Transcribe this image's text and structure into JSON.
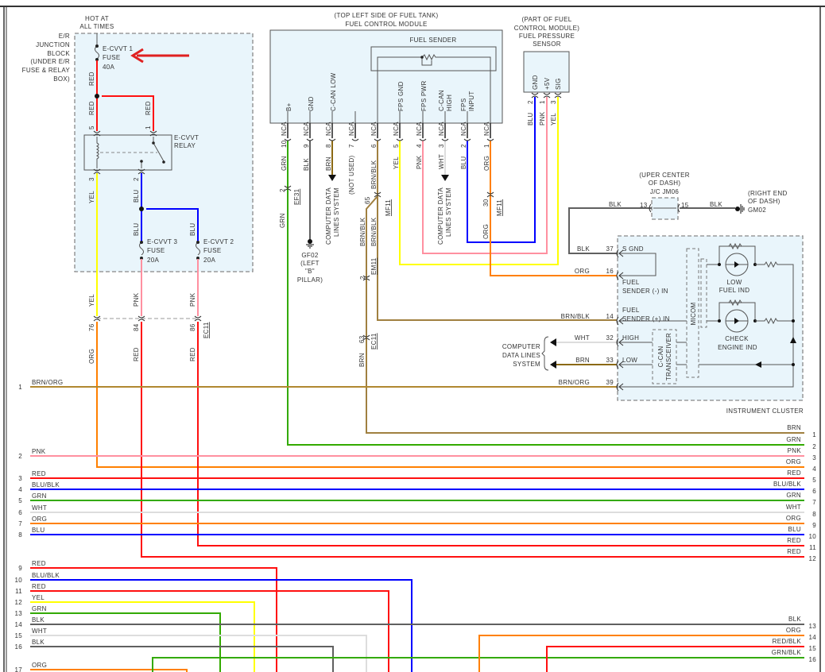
{
  "wire_colors": {
    "RED": "#ff1010",
    "BLU": "#0000ff",
    "YEL": "#ffff00",
    "PNK": "#ff90a0",
    "ORG": "#ff8000",
    "GRN": "#33aa00",
    "BRN": "#8b6914",
    "BRN_BLK": "#a08040",
    "BLK": "#606060",
    "WHT": "#dddddd",
    "BRN_ORG": "#b08830",
    "annotation": "#e02020"
  },
  "junction_block": {
    "hot": [
      "HOT AT",
      "ALL TIMES"
    ],
    "title": [
      "E/R",
      "JUNCTION",
      "BLOCK",
      "(UNDER E/R",
      "FUSE & RELAY",
      "BOX)"
    ],
    "fuse1": [
      "E-CVVT 1",
      "FUSE",
      "40A"
    ],
    "relay": [
      "E-CVVT",
      "RELAY"
    ],
    "fuse3": [
      "E-CVVT 3",
      "FUSE",
      "20A"
    ],
    "fuse2": [
      "E-CVVT 2",
      "FUSE",
      "20A"
    ],
    "pins": [
      "5",
      "1",
      "3",
      "2"
    ],
    "wire_labels": [
      "RED",
      "RED",
      "RED",
      "YEL",
      "BLU",
      "BLU",
      "BLU",
      "YEL",
      "PNK",
      "PNK",
      "ORG",
      "RED",
      "RED"
    ],
    "connector": {
      "pins": [
        "76",
        "84",
        "86"
      ],
      "name": "EC11"
    }
  },
  "fuel_control_module": {
    "title": [
      "(TOP LEFT SIDE OF FUEL TANK)",
      "FUEL CONTROL MODULE"
    ],
    "sender": "FUEL SENDER",
    "pin_names": [
      "B+",
      "GND",
      "C-CAN LOW",
      "FPS GND",
      "FPS PWR",
      "C-CAN",
      "HIGH",
      "FPS",
      "INPUT"
    ],
    "nca": "NCA",
    "pins": [
      "10",
      "9",
      "8",
      "7",
      "6",
      "5",
      "4",
      "3",
      "2",
      "1"
    ],
    "wires": [
      "GRN",
      "BLK",
      "BRN",
      "(NOT USED)",
      "BRN/BLK",
      "YEL",
      "PNK",
      "WHT",
      "BLU",
      "ORG"
    ],
    "ef31": {
      "pin": "2",
      "name": "EF31",
      "wire": "GRN"
    },
    "ground": [
      "GF02",
      "(LEFT",
      "\"B\"",
      "PILLAR)"
    ],
    "data_lines": [
      "COMPUTER DATA",
      "LINES SYSTEM"
    ],
    "mf11_a": {
      "pin": "65",
      "name": "MF11"
    },
    "mf11_b": {
      "pin": "30",
      "name": "MF11",
      "wire": "ORG"
    },
    "em11": {
      "pin": "2",
      "name": "EM11"
    },
    "ec11": {
      "pin": "63",
      "name": "EC11",
      "wire": "BRN"
    },
    "branch_wires": [
      "BRN/BLK",
      "BRN/BLK"
    ]
  },
  "pressure_sensor": {
    "title": [
      "(PART OF FUEL",
      "CONTROL MODULE)",
      "FUEL PRESSURE",
      "SENSOR"
    ],
    "pin_names": [
      "GND",
      "+5V",
      "SIG"
    ],
    "pins": [
      "2",
      "1",
      "3"
    ],
    "wires": [
      "BLU",
      "PNK",
      "YEL"
    ]
  },
  "joint_connector": {
    "title": [
      "(UPER CENTER",
      "OF DASH)",
      "J/C JM06"
    ],
    "pins": [
      "13",
      "15"
    ],
    "wires": [
      "BLK",
      "BLK"
    ],
    "ground": [
      "(RIGHT END",
      "OF DASH)",
      "GM02"
    ]
  },
  "instrument_cluster": {
    "name": "INSTRUMENT CLUSTER",
    "pins": [
      {
        "num": "37",
        "wire": "BLK",
        "label": [
          "S GND"
        ]
      },
      {
        "num": "16",
        "wire": "ORG",
        "label": [
          "FUEL",
          "SENDER (-) IN"
        ]
      },
      {
        "num": "14",
        "wire": "BRN/BLK",
        "label": [
          "FUEL",
          "SENDER (+) IN"
        ]
      },
      {
        "num": "32",
        "wire": "WHT",
        "label": [
          "HIGH"
        ]
      },
      {
        "num": "33",
        "wire": "BRN",
        "label": [
          "LOW"
        ]
      },
      {
        "num": "39",
        "wire": "BRN/ORG",
        "label": []
      }
    ],
    "micom": "MICOM",
    "transceiver": [
      "C-CAN",
      "TRANSCEIVER"
    ],
    "lamp1": [
      "LOW",
      "FUEL IND"
    ],
    "lamp2": [
      "CHECK",
      "ENGINE IND"
    ],
    "data_lines": [
      "COMPUTER",
      "DATA LINES",
      "SYSTEM"
    ]
  },
  "left_rows": [
    {
      "num": "1",
      "wire": "BRN/ORG"
    },
    {
      "num": "2",
      "wire": "PNK"
    },
    {
      "num": "3",
      "wire": "RED"
    },
    {
      "num": "4",
      "wire": "BLU/BLK"
    },
    {
      "num": "5",
      "wire": "GRN"
    },
    {
      "num": "6",
      "wire": "WHT"
    },
    {
      "num": "7",
      "wire": "ORG"
    },
    {
      "num": "8",
      "wire": "BLU"
    },
    {
      "num": "9",
      "wire": "RED"
    },
    {
      "num": "10",
      "wire": "BLU/BLK"
    },
    {
      "num": "11",
      "wire": "RED"
    },
    {
      "num": "12",
      "wire": "YEL"
    },
    {
      "num": "13",
      "wire": "GRN"
    },
    {
      "num": "14",
      "wire": "BLK"
    },
    {
      "num": "15",
      "wire": "WHT"
    },
    {
      "num": "16",
      "wire": "BLK"
    },
    {
      "num": "17",
      "wire": "ORG"
    }
  ],
  "right_rows": [
    {
      "num": "1",
      "wire": "BRN"
    },
    {
      "num": "2",
      "wire": "GRN"
    },
    {
      "num": "3",
      "wire": "PNK"
    },
    {
      "num": "4",
      "wire": "ORG"
    },
    {
      "num": "5",
      "wire": "RED"
    },
    {
      "num": "6",
      "wire": "BLU/BLK"
    },
    {
      "num": "7",
      "wire": "GRN"
    },
    {
      "num": "8",
      "wire": "WHT"
    },
    {
      "num": "9",
      "wire": "ORG"
    },
    {
      "num": "10",
      "wire": "BLU"
    },
    {
      "num": "11",
      "wire": "RED"
    },
    {
      "num": "12",
      "wire": "RED"
    },
    {
      "num": "13",
      "wire": "BLK"
    },
    {
      "num": "14",
      "wire": "ORG"
    },
    {
      "num": "15",
      "wire": "RED/BLK"
    },
    {
      "num": "16",
      "wire": "GRN/BLK"
    }
  ]
}
